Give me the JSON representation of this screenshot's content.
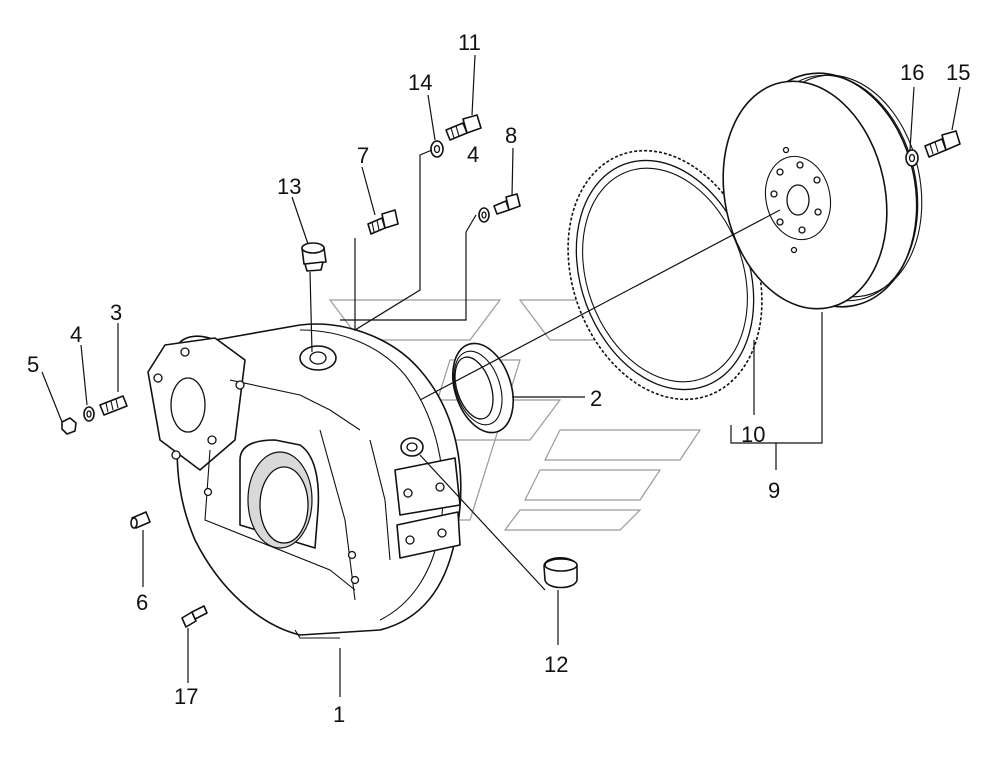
{
  "diagram": {
    "callouts": [
      {
        "id": "c1",
        "text": "1"
      },
      {
        "id": "c2",
        "text": "2"
      },
      {
        "id": "c3",
        "text": "3"
      },
      {
        "id": "c4a",
        "text": "4"
      },
      {
        "id": "c4b",
        "text": "4"
      },
      {
        "id": "c5",
        "text": "5"
      },
      {
        "id": "c6",
        "text": "6"
      },
      {
        "id": "c7",
        "text": "7"
      },
      {
        "id": "c8",
        "text": "8"
      },
      {
        "id": "c9",
        "text": "9"
      },
      {
        "id": "c10",
        "text": "10"
      },
      {
        "id": "c11",
        "text": "11"
      },
      {
        "id": "c12",
        "text": "12"
      },
      {
        "id": "c13",
        "text": "13"
      },
      {
        "id": "c14",
        "text": "14"
      },
      {
        "id": "c15",
        "text": "15"
      },
      {
        "id": "c16",
        "text": "16"
      },
      {
        "id": "c17",
        "text": "17"
      }
    ]
  }
}
